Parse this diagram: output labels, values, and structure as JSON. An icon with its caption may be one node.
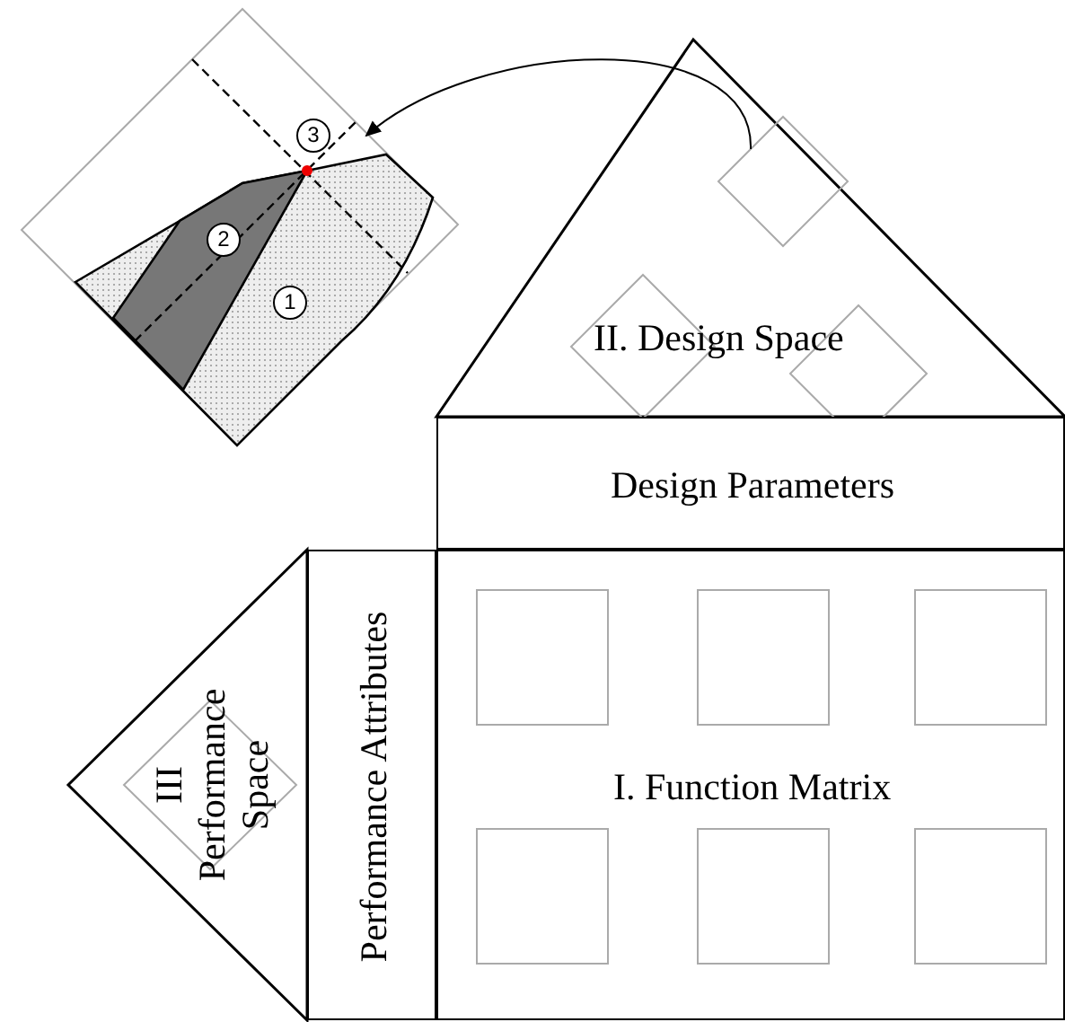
{
  "diagram": {
    "nodes": [
      {
        "text": [
          "II. Design Space"
        ]
      },
      {
        "text": [],
        "shape": "diamond",
        "in": 0
      },
      {
        "text": [],
        "shape": "diamond",
        "in": 0
      },
      {
        "text": [],
        "shape": "diamond",
        "in": 0
      },
      {
        "text": [
          "Design Parameters"
        ]
      },
      {
        "text": [
          "Performance Attributes"
        ]
      },
      {
        "text": [
          "I. Function Matrix"
        ]
      },
      {
        "text": [],
        "shape": "box",
        "in": 6
      },
      {
        "text": [],
        "shape": "box",
        "in": 6
      },
      {
        "text": [],
        "shape": "box",
        "in": 6
      },
      {
        "text": [],
        "shape": "box",
        "in": 6
      },
      {
        "text": [],
        "shape": "box",
        "in": 6
      },
      {
        "text": [],
        "shape": "box",
        "in": 6
      },
      {
        "text": [
          "III Performance Space"
        ]
      },
      {
        "text": [],
        "shape": "picture"
      }
    ],
    "edges": [
      {
        "from": 1,
        "to": 14,
        "arrow": "to"
      }
    ],
    "labels": [
      "3",
      "2",
      "1"
    ]
  }
}
